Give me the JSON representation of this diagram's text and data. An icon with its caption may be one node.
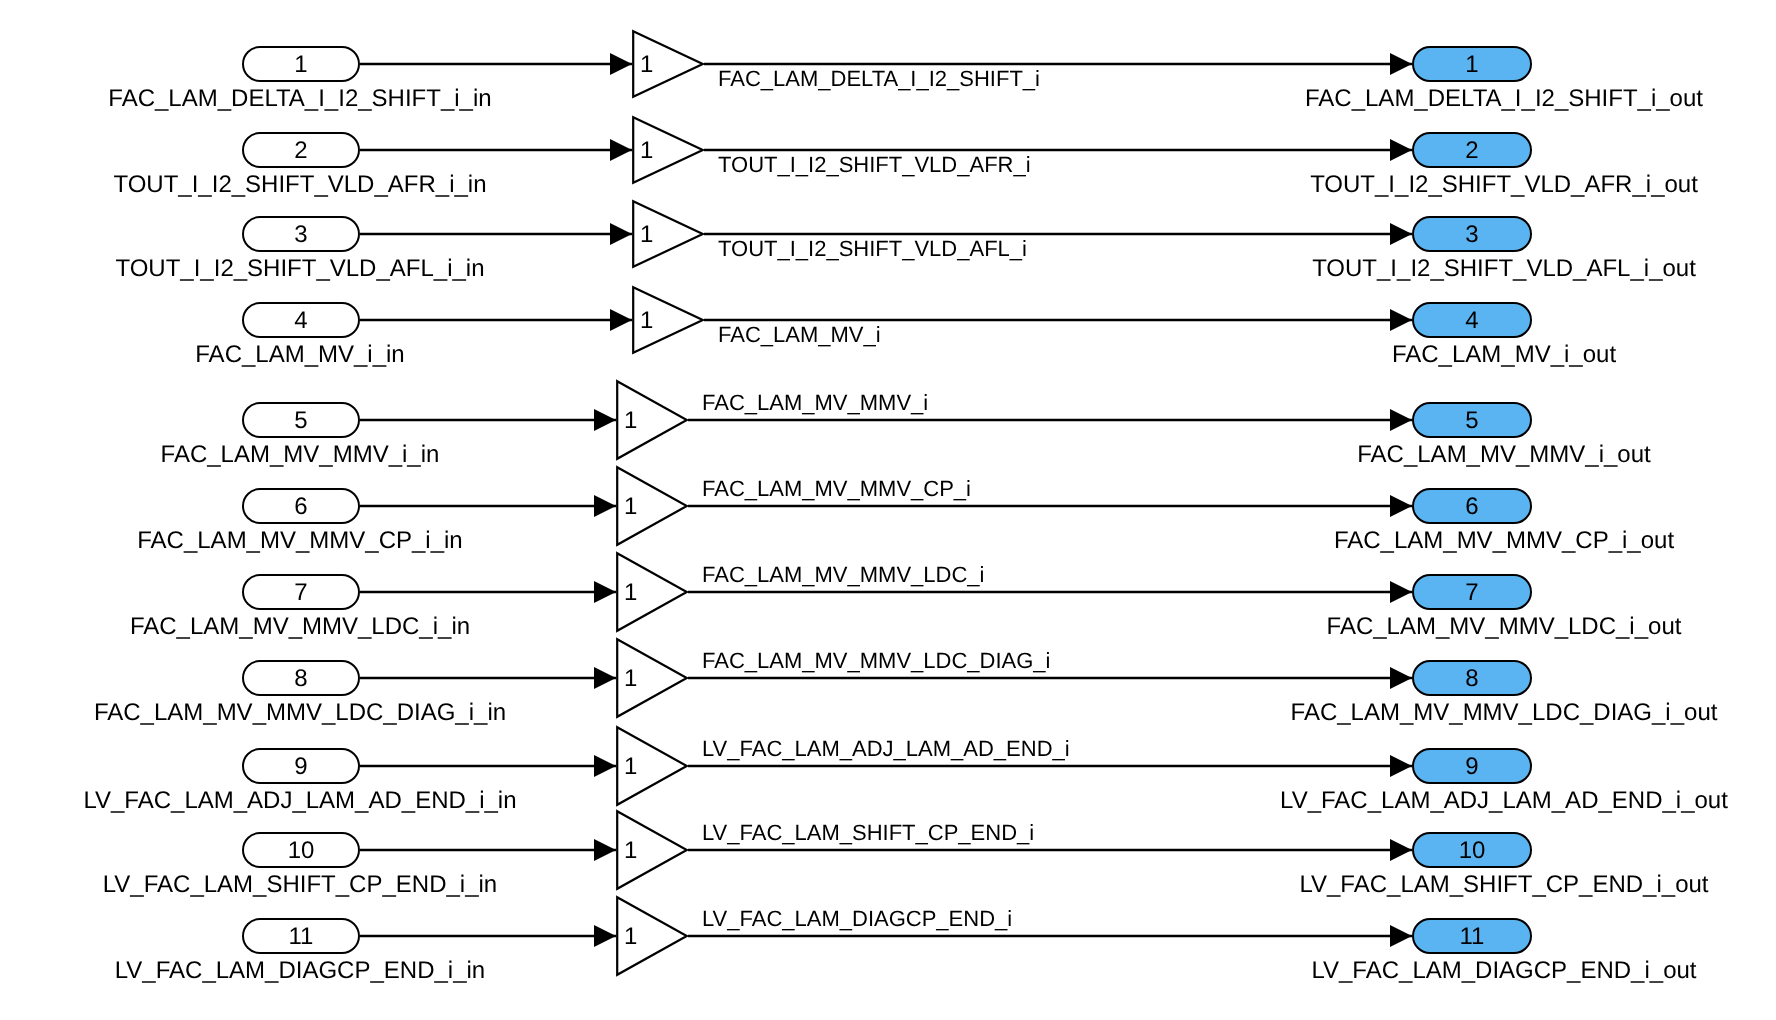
{
  "diagram": {
    "nodes": [
      {
        "text": [
          "1"
        ],
        "beside": [
          "FAC_LAM_DELTA_I_I2_SHIFT_i_in"
        ]
      },
      {
        "text": [
          "1"
        ]
      },
      {
        "text": [
          "1"
        ],
        "beside": [
          "FAC_LAM_DELTA_I_I2_SHIFT_i_out"
        ]
      },
      {
        "text": [
          "2"
        ],
        "beside": [
          "TOUT_I_I2_SHIFT_VLD_AFR_i_in"
        ]
      },
      {
        "text": [
          "1"
        ]
      },
      {
        "text": [
          "2"
        ],
        "beside": [
          "TOUT_I_I2_SHIFT_VLD_AFR_i_out"
        ]
      },
      {
        "text": [
          "3"
        ],
        "beside": [
          "TOUT_I_I2_SHIFT_VLD_AFL_i_in"
        ]
      },
      {
        "text": [
          "1"
        ]
      },
      {
        "text": [
          "3"
        ],
        "beside": [
          "TOUT_I_I2_SHIFT_VLD_AFL_i_out"
        ]
      },
      {
        "text": [
          "4"
        ],
        "beside": [
          "FAC_LAM_MV_i_in"
        ]
      },
      {
        "text": [
          "1"
        ]
      },
      {
        "text": [
          "4"
        ],
        "beside": [
          "FAC_LAM_MV_i_out"
        ]
      },
      {
        "text": [
          "5"
        ],
        "beside": [
          "FAC_LAM_MV_MMV_i_in"
        ]
      },
      {
        "text": [
          "1"
        ]
      },
      {
        "text": [
          "5"
        ],
        "beside": [
          "FAC_LAM_MV_MMV_i_out"
        ]
      },
      {
        "text": [
          "6"
        ],
        "beside": [
          "FAC_LAM_MV_MMV_CP_i_in"
        ]
      },
      {
        "text": [
          "1"
        ]
      },
      {
        "text": [
          "6"
        ],
        "beside": [
          "FAC_LAM_MV_MMV_CP_i_out"
        ]
      },
      {
        "text": [
          "7"
        ],
        "beside": [
          "FAC_LAM_MV_MMV_LDC_i_in"
        ]
      },
      {
        "text": [
          "1"
        ]
      },
      {
        "text": [
          "7"
        ],
        "beside": [
          "FAC_LAM_MV_MMV_LDC_i_out"
        ]
      },
      {
        "text": [
          "8"
        ],
        "beside": [
          "FAC_LAM_MV_MMV_LDC_DIAG_i_in"
        ]
      },
      {
        "text": [
          "1"
        ]
      },
      {
        "text": [
          "8"
        ],
        "beside": [
          "FAC_LAM_MV_MMV_LDC_DIAG_i_out"
        ]
      },
      {
        "text": [
          "9"
        ],
        "beside": [
          "LV_FAC_LAM_ADJ_LAM_AD_END_i_in"
        ]
      },
      {
        "text": [
          "1"
        ]
      },
      {
        "text": [
          "9"
        ],
        "beside": [
          "LV_FAC_LAM_ADJ_LAM_AD_END_i_out"
        ]
      },
      {
        "text": [
          "10"
        ],
        "beside": [
          "LV_FAC_LAM_SHIFT_CP_END_i_in"
        ]
      },
      {
        "text": [
          "1"
        ]
      },
      {
        "text": [
          "10"
        ],
        "beside": [
          "LV_FAC_LAM_SHIFT_CP_END_i_out"
        ]
      },
      {
        "text": [
          "11"
        ],
        "beside": [
          "LV_FAC_LAM_DIAGCP_END_i_in"
        ]
      },
      {
        "text": [
          "1"
        ]
      },
      {
        "text": [
          "11"
        ],
        "beside": [
          "LV_FAC_LAM_DIAGCP_END_i_out"
        ]
      }
    ],
    "edges": [
      {
        "from": 0,
        "to": 1,
        "arrow": "to"
      },
      {
        "from": 1,
        "to": 2,
        "arrow": "to",
        "label": "FAC_LAM_DELTA_I_I2_SHIFT_i"
      },
      {
        "from": 3,
        "to": 4,
        "arrow": "to"
      },
      {
        "from": 4,
        "to": 5,
        "arrow": "to",
        "label": "TOUT_I_I2_SHIFT_VLD_AFR_i"
      },
      {
        "from": 6,
        "to": 7,
        "arrow": "to"
      },
      {
        "from": 7,
        "to": 8,
        "arrow": "to",
        "label": "TOUT_I_I2_SHIFT_VLD_AFL_i"
      },
      {
        "from": 9,
        "to": 10,
        "arrow": "to"
      },
      {
        "from": 10,
        "to": 11,
        "arrow": "to",
        "label": "FAC_LAM_MV_i"
      },
      {
        "from": 12,
        "to": 13,
        "arrow": "to"
      },
      {
        "from": 13,
        "to": 14,
        "arrow": "to",
        "label": "FAC_LAM_MV_MMV_i"
      },
      {
        "from": 15,
        "to": 16,
        "arrow": "to"
      },
      {
        "from": 16,
        "to": 17,
        "arrow": "to",
        "label": "FAC_LAM_MV_MMV_CP_i"
      },
      {
        "from": 18,
        "to": 19,
        "arrow": "to"
      },
      {
        "from": 19,
        "to": 20,
        "arrow": "to",
        "label": "FAC_LAM_MV_MMV_LDC_i"
      },
      {
        "from": 21,
        "to": 22,
        "arrow": "to"
      },
      {
        "from": 22,
        "to": 23,
        "arrow": "to",
        "label": "FAC_LAM_MV_MMV_LDC_DIAG_i"
      },
      {
        "from": 24,
        "to": 25,
        "arrow": "to"
      },
      {
        "from": 25,
        "to": 26,
        "arrow": "to",
        "label": "LV_FAC_LAM_ADJ_LAM_AD_END_i"
      },
      {
        "from": 27,
        "to": 28,
        "arrow": "to"
      },
      {
        "from": 28,
        "to": 29,
        "arrow": "to",
        "label": "LV_FAC_LAM_SHIFT_CP_END_i"
      },
      {
        "from": 30,
        "to": 31,
        "arrow": "to"
      },
      {
        "from": 31,
        "to": 32,
        "arrow": "to",
        "label": "LV_FAC_LAM_DIAGCP_END_i"
      }
    ]
  }
}
